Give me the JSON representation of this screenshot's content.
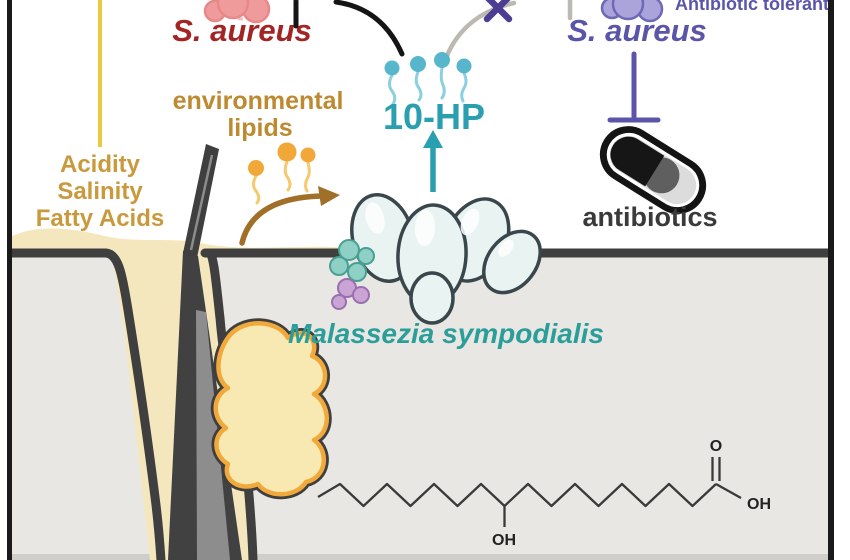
{
  "figure": {
    "description_labels": {
      "saureus_susceptible": "S. aureus",
      "saureus_tolerant": "S. aureus",
      "antibiotic_tolerant_tag": "Antibiotic tolerant",
      "ten_hp": "10-HP",
      "env_lipids_line1": "environmental",
      "env_lipids_line2": "lipids",
      "stress_line1": "Acidity",
      "stress_line2": "Salinity",
      "stress_line3": "Fatty Acids",
      "malassezia": "Malassezia sympodialis",
      "antibiotics": "antibiotics"
    },
    "chemistry": {
      "carbonyl_o": "O",
      "acid_oh": "OH",
      "hydroxyl_oh": "OH"
    },
    "icons": [
      "pink-bacteria-cluster-icon",
      "purple-bacteria-cluster-icon",
      "teal-lipid-molecule-icon",
      "orange-lipid-molecule-icon",
      "yeast-cell-icon",
      "antibiotic-capsule-icon",
      "hair-follicle-icon",
      "sebaceous-gland-icon",
      "inhibition-bar-icon",
      "blocked-x-icon",
      "up-arrow-icon",
      "curved-arrow-icon"
    ],
    "colors": {
      "red_label": "#a32424",
      "pink_bacteria": "#f09b9b",
      "purple_label": "#5a55a8",
      "purple_bacteria": "#aaa4da",
      "teal_label": "#2a9fb0",
      "teal_molecule": "#58b6cc",
      "gold_text": "#c9993c",
      "yellow_line": "#eec93f",
      "orange_molecule": "#f2a839",
      "brown_arrow": "#a06f28",
      "tan_label": "#bd8a30",
      "malassezia_teal": "#2b9e99",
      "dark_text": "#3a3a3a",
      "sebum": "#f5e7bd",
      "dermis_gray": "#e8e7e4",
      "skin_outline": "#3f3f3f",
      "x_purple": "#4b3e92",
      "gray_line": "#bcb8b2"
    }
  }
}
